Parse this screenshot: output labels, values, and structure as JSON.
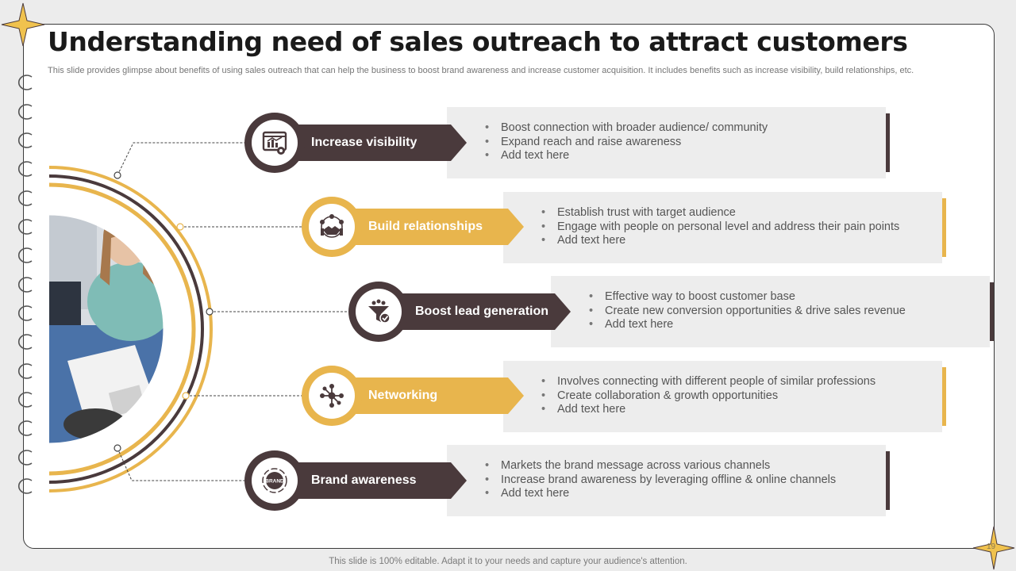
{
  "title": "Understanding need of sales outreach to attract customers",
  "subtitle": "This slide provides glimpse about benefits of using sales outreach that can help the business to boost brand awareness and increase customer acquisition. It includes benefits such as increase visibility, build relationships, etc.",
  "items": [
    {
      "label": "Increase visibility",
      "icon": "analytics-icon",
      "bullets": [
        "Boost connection with broader audience/ community",
        "Expand reach and raise awareness",
        "Add text here"
      ]
    },
    {
      "label": "Build relationships",
      "icon": "handshake-network-icon",
      "bullets": [
        "Establish trust with target audience",
        "Engage with people on personal level and address their pain points",
        "Add text here"
      ]
    },
    {
      "label": "Boost lead generation",
      "icon": "funnel-check-icon",
      "bullets": [
        "Effective way to boost customer base",
        "Create new conversion opportunities & drive sales revenue",
        "Add text here"
      ]
    },
    {
      "label": "Networking",
      "icon": "network-nodes-icon",
      "bullets": [
        "Involves connecting with different people of similar professions",
        "Create collaboration & growth opportunities",
        "Add text here"
      ]
    },
    {
      "label": "Brand awareness",
      "icon": "brand-badge-icon",
      "brand_badge_text": "BRAND",
      "bullets": [
        "Markets the brand message across various channels",
        "Increase brand awareness by leveraging offline & online channels",
        "Add text here"
      ]
    }
  ],
  "colors": {
    "dark": "#4a3a3c",
    "gold": "#e8b54d",
    "box": "#ededed"
  },
  "footer": "This slide is 100% editable. Adapt it to your needs and capture your audience's attention.",
  "page_number": "19"
}
